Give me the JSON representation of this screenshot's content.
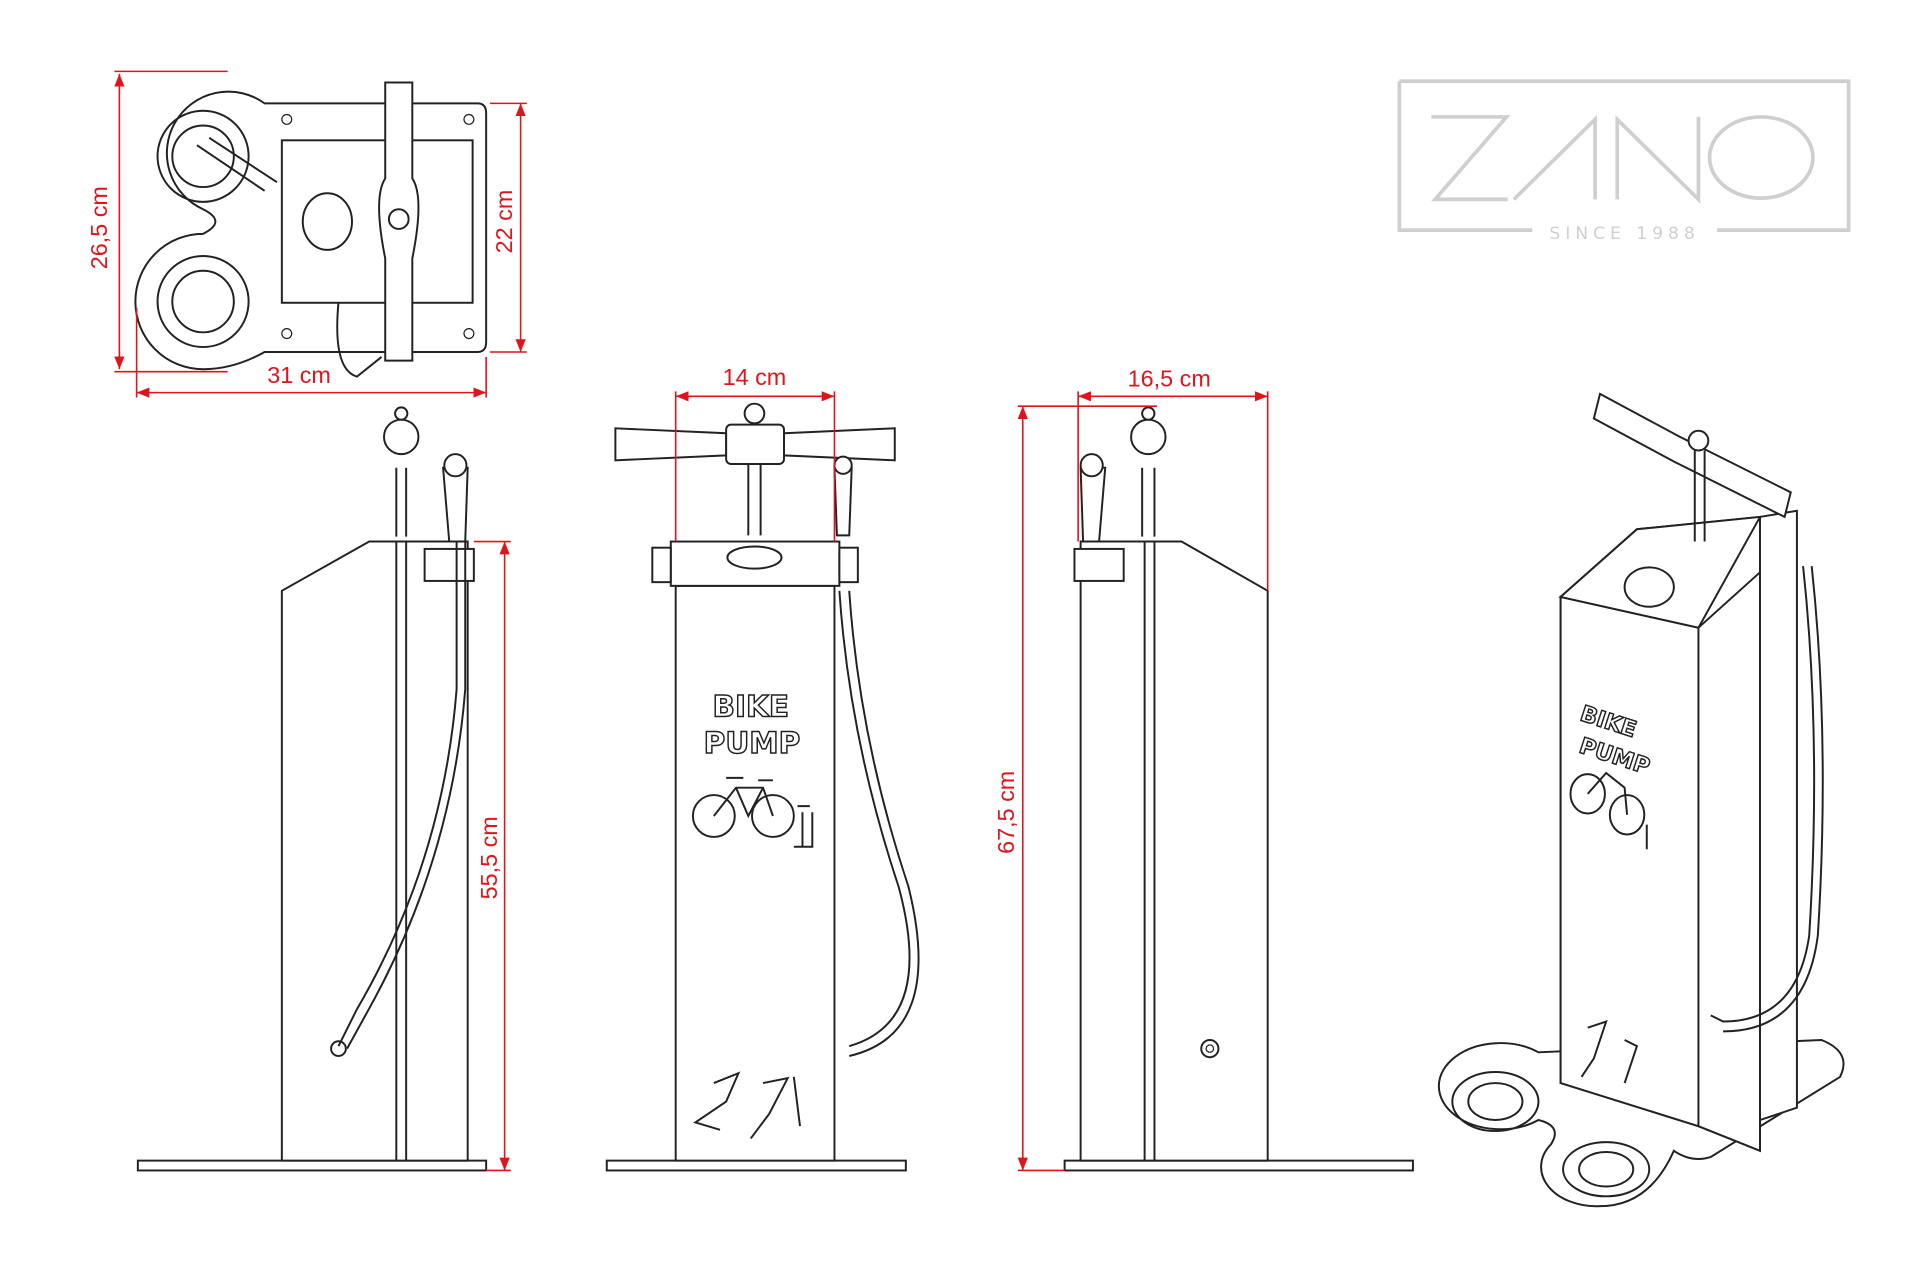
{
  "logo": {
    "brand": "ZANO",
    "tagline": "SINCE 1988"
  },
  "views": {
    "top": {
      "width_label": "31 cm",
      "depth_label": "26,5 cm",
      "body_depth_label": "22 cm"
    },
    "side_left": {
      "height_label": "55,5 cm"
    },
    "front": {
      "handle_width_label": "14 cm",
      "text_line1": "BIKE",
      "text_line2": "PUMP"
    },
    "side_right": {
      "width_label": "16,5 cm",
      "height_label": "67,5 cm"
    },
    "perspective": {
      "text_line1": "BIKE",
      "text_line2": "PUMP"
    }
  },
  "colors": {
    "dimension": "#e0141b",
    "line": "#222222",
    "logo": "#cfcfcf"
  }
}
